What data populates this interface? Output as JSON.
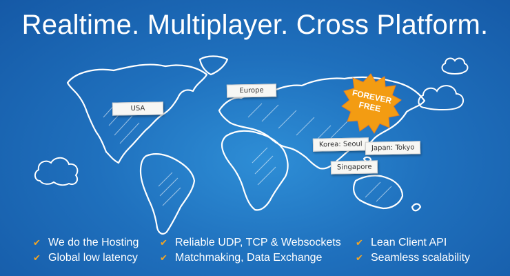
{
  "headline": "Realtime. Multiplayer. Cross Platform.",
  "badge": {
    "line1": "FOREVER",
    "line2": "FREE",
    "color": "#f39c12"
  },
  "locations": {
    "usa": "USA",
    "europe": "Europe",
    "korea": "Korea: Seoul",
    "japan": "Japan: Tokyo",
    "singapore": "Singapore"
  },
  "features": {
    "col1": [
      "We do the Hosting",
      "Global low latency"
    ],
    "col2": [
      "Reliable UDP, TCP & Websockets",
      "Matchmaking, Data Exchange"
    ],
    "col3": [
      "Lean Client API",
      "Seamless scalability"
    ]
  },
  "check_icon": "checkmark-icon",
  "colors": {
    "background": "#1f70bd",
    "accent": "#f5a623"
  }
}
